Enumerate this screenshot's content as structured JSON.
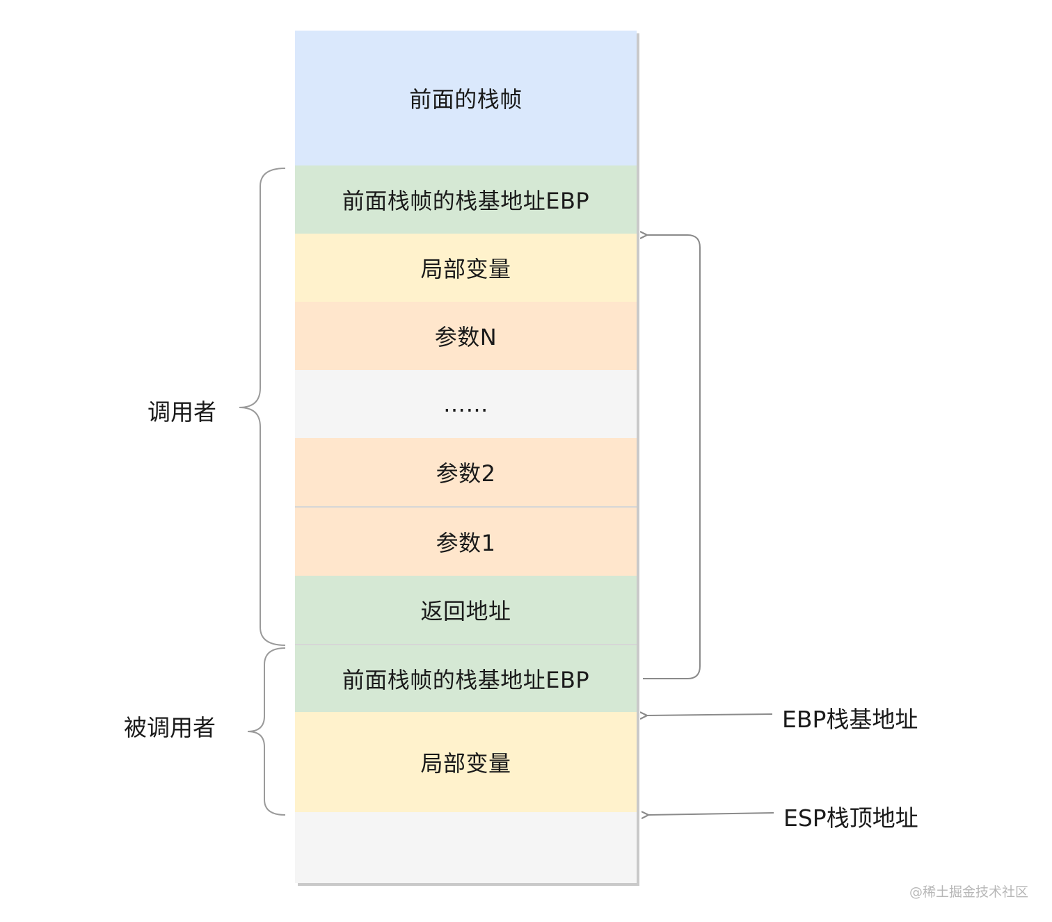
{
  "stack": {
    "blocks": [
      {
        "label": "前面的栈帧",
        "color": "#dae8fc"
      },
      {
        "label": "前面栈帧的栈基地址EBP",
        "color": "#d5e8d4"
      },
      {
        "label": "局部变量",
        "color": "#fff2cc"
      },
      {
        "label": "参数N",
        "color": "#ffe6cc"
      },
      {
        "label": "……",
        "color": "#f5f5f5"
      },
      {
        "label": "参数2",
        "color": "#ffe6cc"
      },
      {
        "label": "参数1",
        "color": "#ffe6cc"
      },
      {
        "label": "返回地址",
        "color": "#d5e8d4"
      },
      {
        "label": "前面栈帧的栈基地址EBP",
        "color": "#d5e8d4"
      },
      {
        "label": "局部变量",
        "color": "#fff2cc"
      },
      {
        "label": "",
        "color": "#f5f5f5"
      }
    ]
  },
  "groups": {
    "caller": "调用者",
    "callee": "被调用者"
  },
  "pointers": {
    "ebp": "EBP栈基地址",
    "esp": "ESP栈顶地址"
  },
  "watermark": "@稀土掘金技术社区"
}
